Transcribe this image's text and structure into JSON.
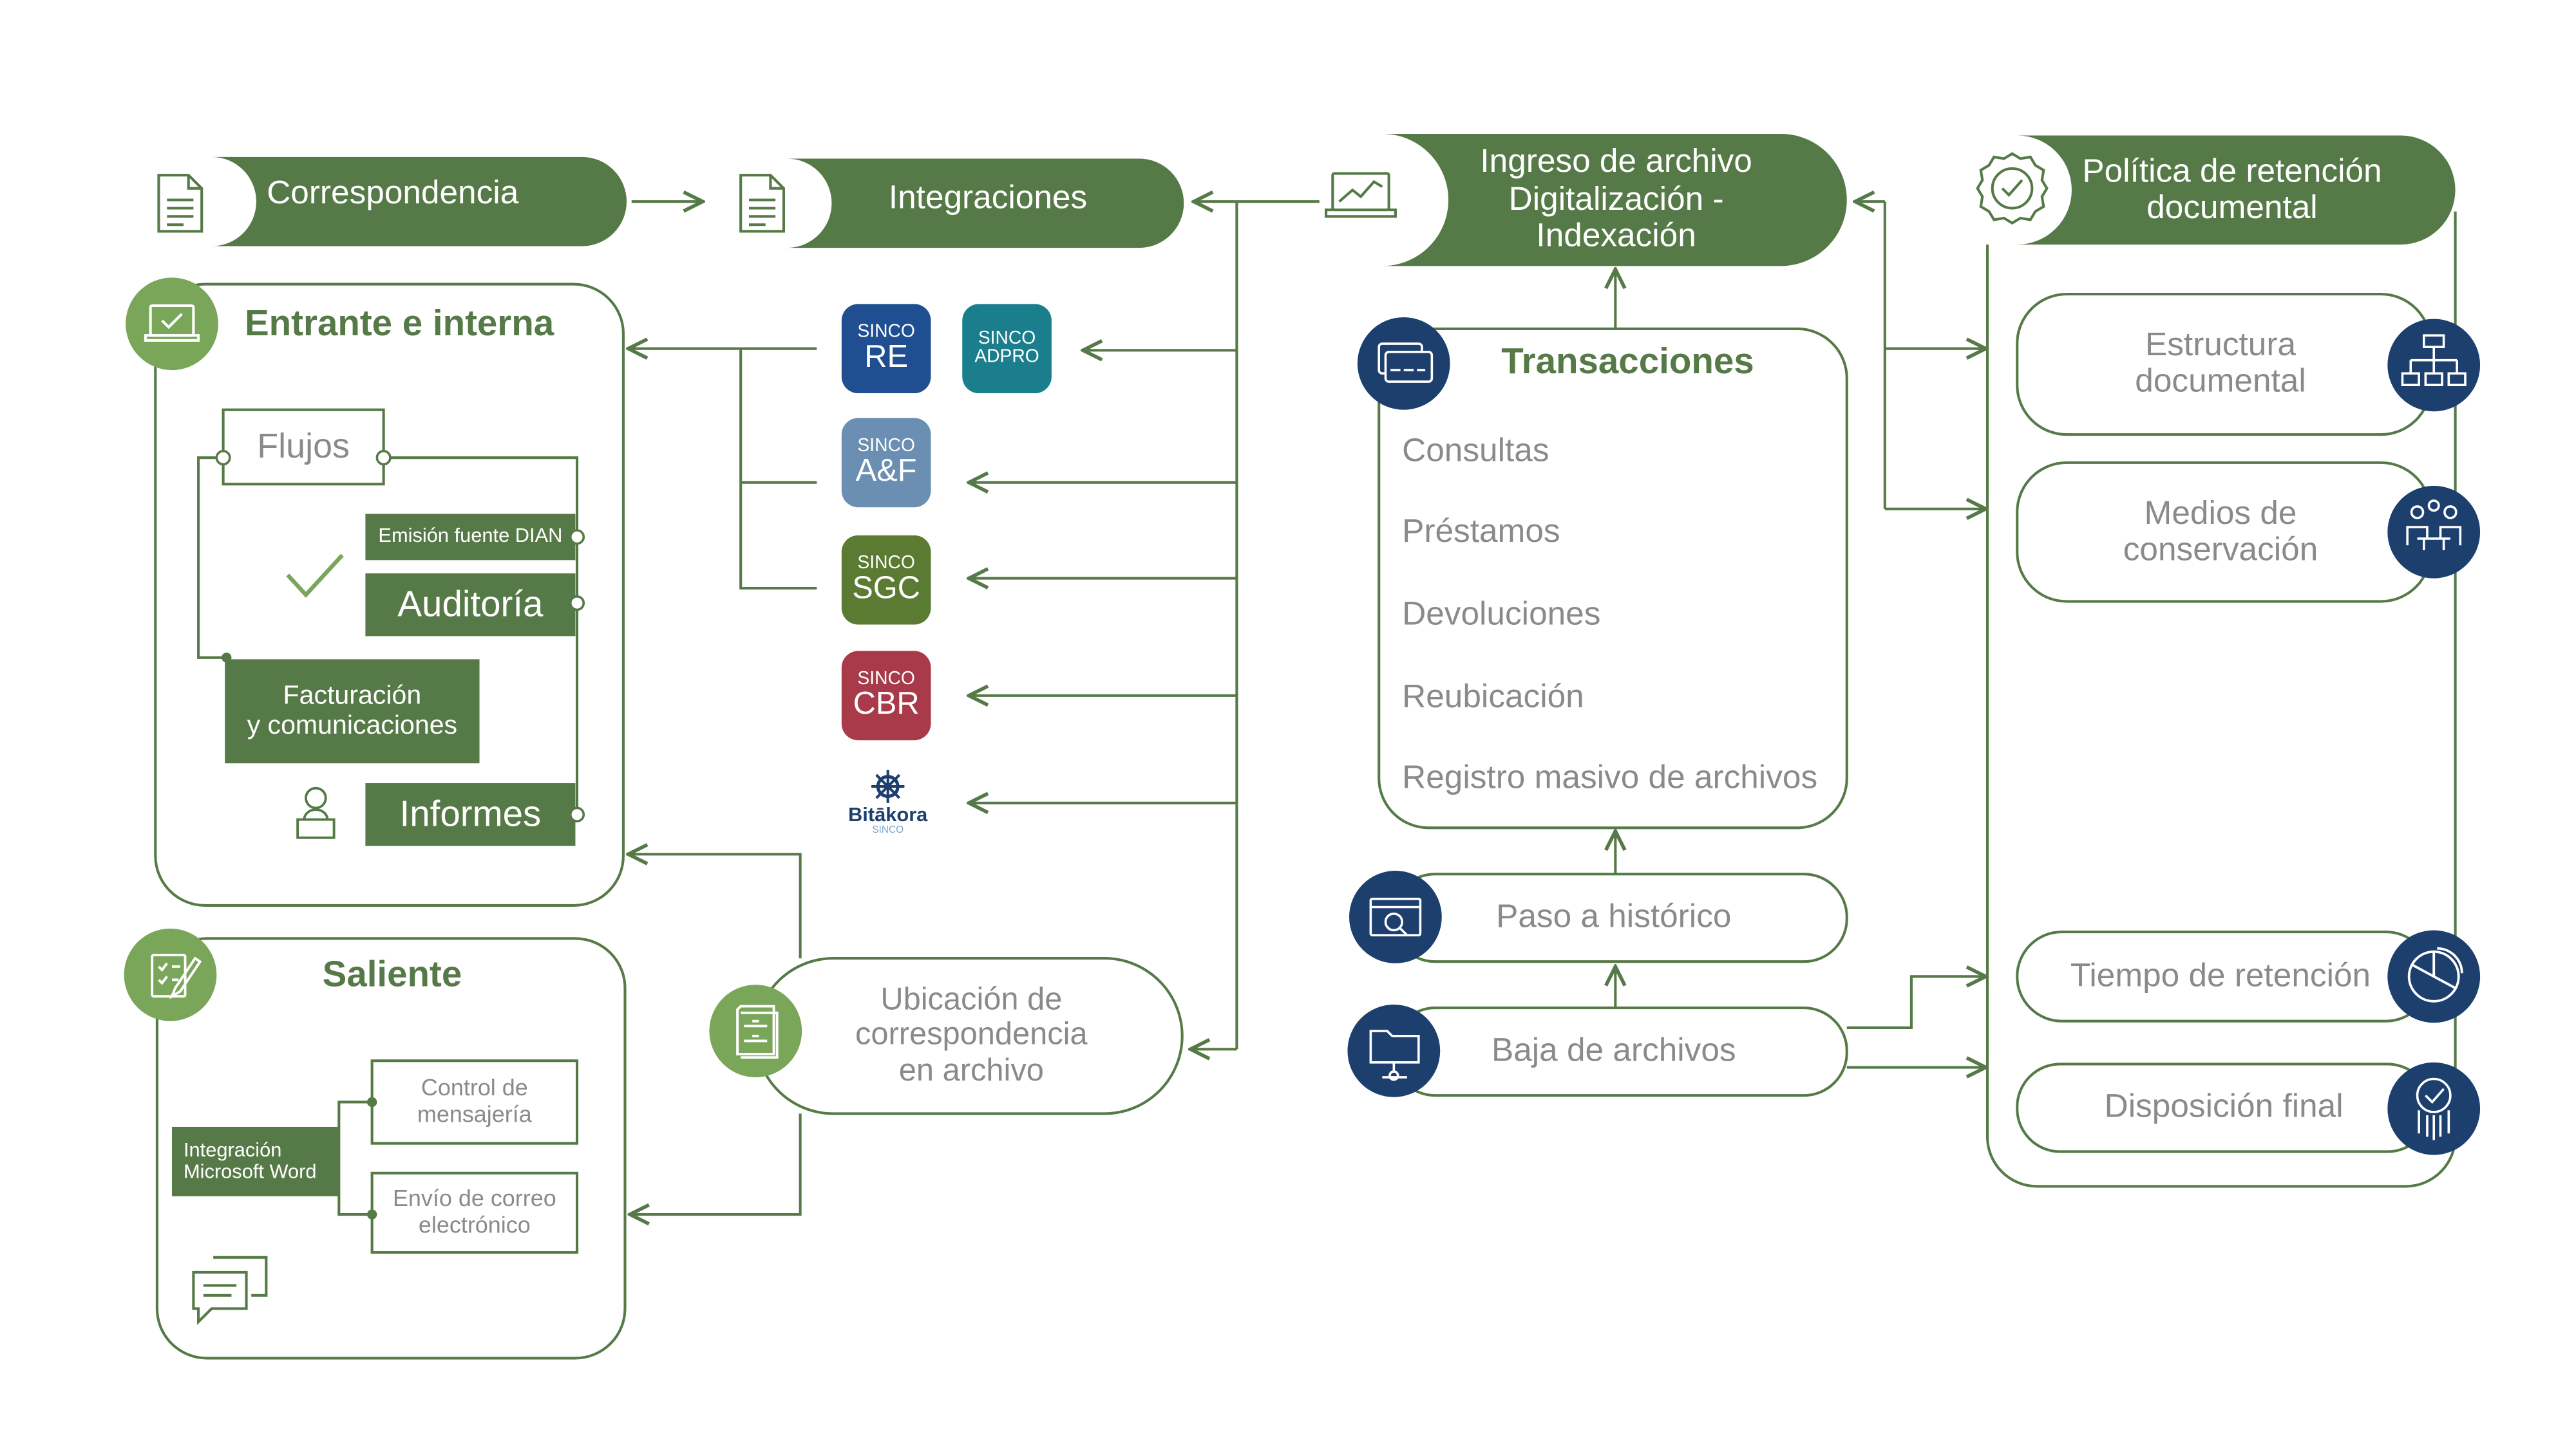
{
  "headers": {
    "correspondencia": "Correspondencia",
    "integraciones": "Integraciones",
    "ingreso_line1": "Ingreso de archivo",
    "ingreso_line2": "Digitalización -",
    "ingreso_line3": "Indexación",
    "politica_line1": "Política de retención",
    "politica_line2": "documental"
  },
  "entrante": {
    "title": "Entrante e interna",
    "flujos": "Flujos",
    "emision": "Emisión fuente DIAN",
    "auditoria": "Auditoría",
    "facturacion_line1": "Facturación",
    "facturacion_line2": "y comunicaciones",
    "informes": "Informes"
  },
  "saliente": {
    "title": "Saliente",
    "integracion_line1": "Integración",
    "integracion_line2": "Microsoft Word",
    "control_line1": "Control de",
    "control_line2": "mensajería",
    "envio_line1": "Envío de correo",
    "envio_line2": "electrónico"
  },
  "ubicacion": {
    "line1": "Ubicación de",
    "line2": "correspondencia",
    "line3": "en archivo"
  },
  "apps": [
    {
      "top": "SINCO",
      "main": "RE",
      "color": "#1f4e91"
    },
    {
      "top": "SINCO",
      "main": "ADPRO",
      "color": "#1a7e8c"
    },
    {
      "top": "SINCO",
      "main": "A&F",
      "color": "#6b8fb3"
    },
    {
      "top": "SINCO",
      "main": "SGC",
      "color": "#5b7a32"
    },
    {
      "top": "SINCO",
      "main": "CBR",
      "color": "#a83a4a"
    }
  ],
  "bitakora": {
    "name": "Bitākora",
    "sub": "SINCO"
  },
  "transacciones": {
    "title": "Transacciones",
    "items": [
      "Consultas",
      "Préstamos",
      "Devoluciones",
      "Reubicación",
      "Registro masivo de archivos"
    ]
  },
  "paso_historico": "Paso a histórico",
  "baja_archivos": "Baja de archivos",
  "politica_items": {
    "estructura_line1": "Estructura",
    "estructura_line2": "documental",
    "medios_line1": "Medios de",
    "medios_line2": "conservación",
    "tiempo": "Tiempo de retención",
    "disposicion": "Disposición final"
  },
  "colors": {
    "green": "#567a47",
    "light_green": "#7aa65a",
    "navy": "#1d3f6e",
    "gray": "#8a8a8a"
  }
}
